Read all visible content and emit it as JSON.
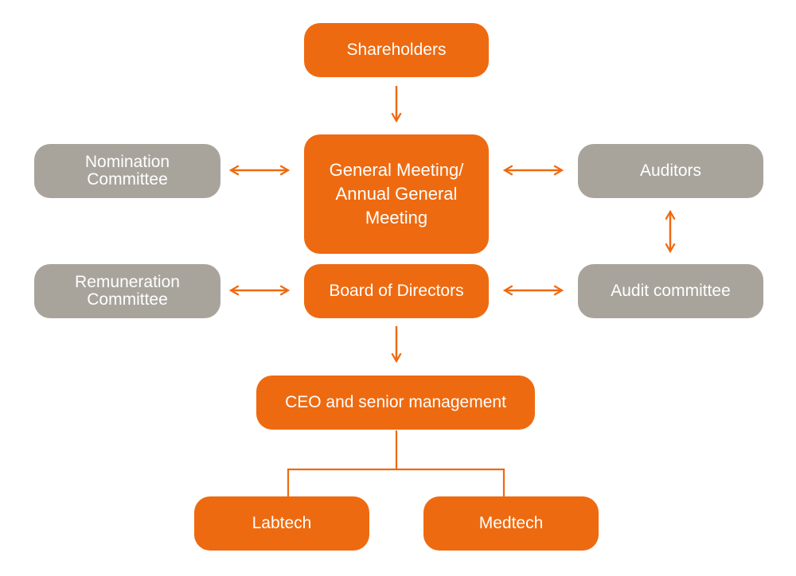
{
  "colors": {
    "accent": "#ee6a10",
    "secondary": "#a8a49c",
    "text": "#ffffff"
  },
  "nodes": {
    "shareholders": "Shareholders",
    "general_meeting": [
      "General Meeting/",
      "Annual General",
      "Meeting"
    ],
    "nomination_committee": [
      "Nomination",
      "Committee"
    ],
    "auditors": "Auditors",
    "remuneration_committee": [
      "Remuneration",
      "Committee"
    ],
    "board_of_directors": "Board of Directors",
    "audit_committee": "Audit committee",
    "ceo_management": "CEO and senior management",
    "labtech": "Labtech",
    "medtech": "Medtech"
  }
}
